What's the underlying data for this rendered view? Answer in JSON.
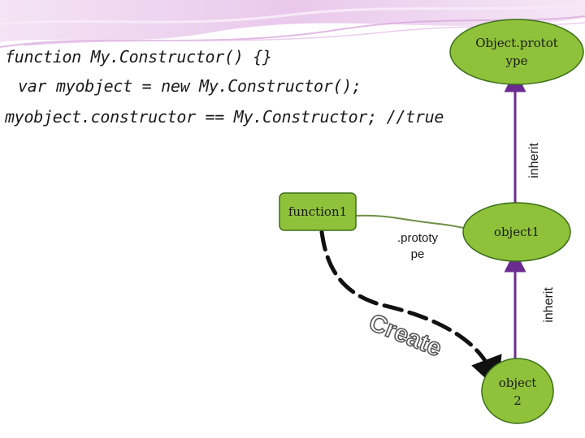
{
  "code": {
    "line1": "function My.Constructor() {}",
    "line2": "var myobject = new My.Constructor();",
    "line3": "myobject.constructor == My.Constructor; //true"
  },
  "nodes": {
    "object_prototype": {
      "line1": "Object.protot",
      "line2": "ype"
    },
    "function1": "function1",
    "object1": "object1",
    "object2": {
      "line1": "object",
      "line2": "2"
    }
  },
  "labels": {
    "inherit_top": "inherit",
    "inherit_bottom": "inherit",
    "prototype": {
      "line1": ".prototy",
      "line2": "pe"
    },
    "create": "Create"
  },
  "colors": {
    "node_fill": "#8fc23a",
    "node_stroke": "#3a6f1a",
    "arrow": "#6b2c8f",
    "dash": "#111111",
    "banner": "#c89bd1"
  }
}
